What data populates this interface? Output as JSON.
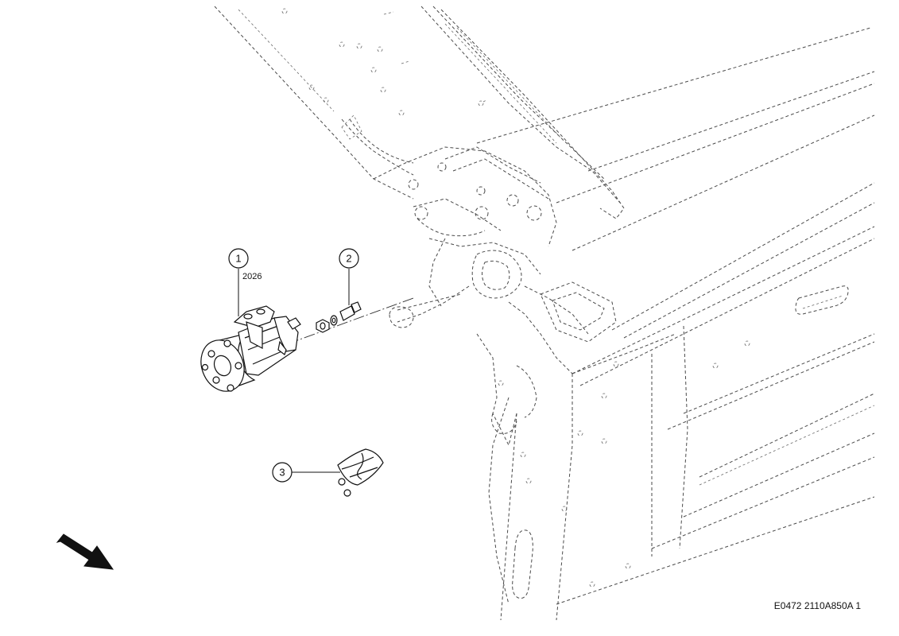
{
  "callouts": [
    {
      "number": "1",
      "ref": "2026"
    },
    {
      "number": "2",
      "ref": ""
    },
    {
      "number": "3",
      "ref": ""
    }
  ],
  "drawing_code": "E0472 2110A850A 1",
  "direction_arrow_icon": "forward-arrow-icon",
  "colors": {
    "line": "#111111",
    "background": "#ffffff"
  }
}
